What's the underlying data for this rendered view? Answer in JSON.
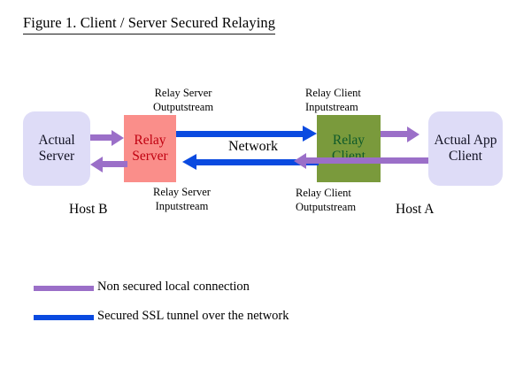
{
  "figure": {
    "title": "Figure 1. Client / Server Secured Relaying"
  },
  "hosts": [
    {
      "id": "host-b",
      "label": "Host B"
    },
    {
      "id": "host-a",
      "label": "Host A"
    }
  ],
  "nodes": [
    {
      "id": "actual-server",
      "label": "Actual\nServer",
      "fill": "#dedcf7",
      "text_color": "#111122"
    },
    {
      "id": "relay-server",
      "label": "Relay\nServer",
      "fill": "#fa8e8a",
      "text_color": "#c00010"
    },
    {
      "id": "relay-client",
      "label": "Relay\nClient",
      "fill": "#7a9a3c",
      "text_color": "#0f5a2a"
    },
    {
      "id": "actual-client",
      "label": "Actual App\nClient",
      "fill": "#dedcf7",
      "text_color": "#111122"
    }
  ],
  "labels": {
    "relay_server_outputstream": "Relay Server\nOutputstream",
    "relay_server_inputstream": "Relay Server\nInputstream",
    "relay_client_inputstream": "Relay Client\nInputstream",
    "relay_client_outputstream": "Relay Client\nOutputstream",
    "network": "Network"
  },
  "legend": {
    "items": [
      {
        "color": "#9b6fc8",
        "text": "Non secured local connection"
      },
      {
        "color": "#0a4ae0",
        "text": "Secured SSL tunnel over the network"
      }
    ]
  },
  "colors": {
    "purple_local": "#9b6fc8",
    "blue_ssl": "#0a4ae0",
    "host_border": "#c8b89a",
    "lavender_fill": "#dedcf7",
    "salmon_fill": "#fa8e8a",
    "olive_fill": "#7a9a3c"
  }
}
